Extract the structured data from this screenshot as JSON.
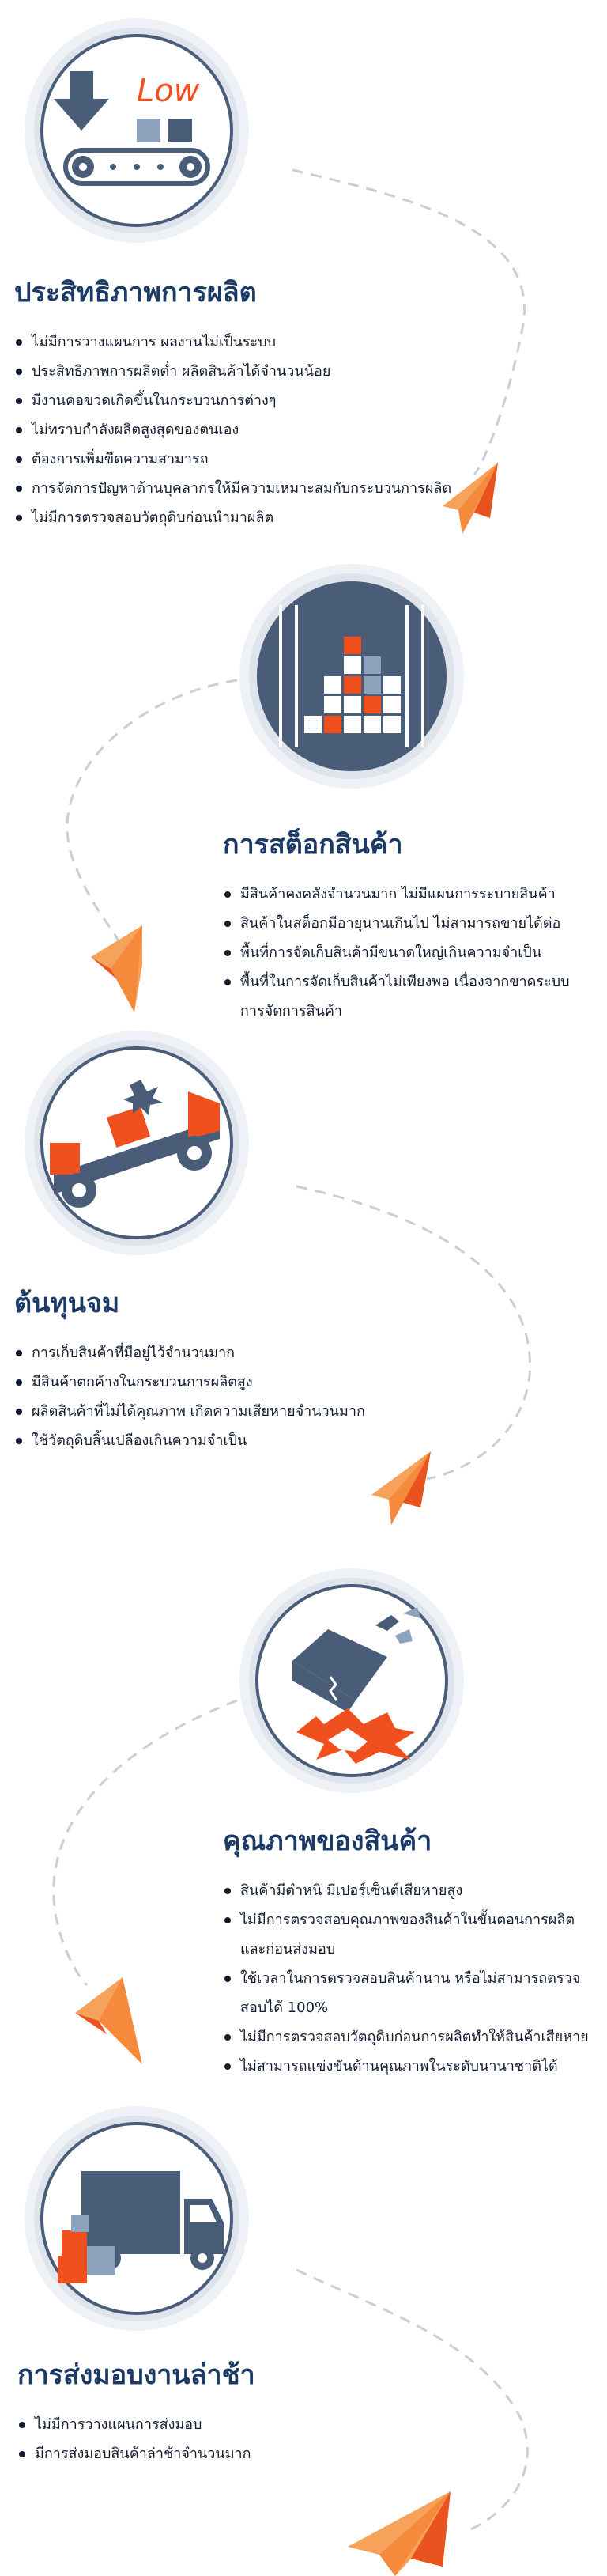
{
  "colors": {
    "navy": "#1c3a66",
    "slate": "#4a5d78",
    "orange": "#f0501e",
    "light_orange": "#f7a25a",
    "grey_blue": "#8da2bd",
    "ring": "#e4e8ef"
  },
  "sections": [
    {
      "title": "ประสิทธิภาพการผลิต",
      "icon_text": "Low",
      "items": [
        "ไม่มีการวางแผนการ ผลงานไม่เป็นระบบ",
        "ประสิทธิภาพการผลิตต่ำ ผลิตสินค้าได้จำนวนน้อย",
        "มีงานคอขวดเกิดขึ้นในกระบวนการต่างๆ",
        "ไม่ทราบกำลังผลิตสูงสุดของตนเอง",
        "ต้องการเพิ่มขีดความสามารถ",
        "การจัดการปัญหาด้านบุคลากรให้มีความเหมาะสมกับกระบวนการผลิต",
        "ไม่มีการตรวจสอบวัตถุดิบก่อนนำมาผลิต"
      ]
    },
    {
      "title": "การสต็อกสินค้า",
      "items": [
        "มีสินค้าคงคลังจำนวนมาก ไม่มีแผนการระบายสินค้า",
        "สินค้าในสต็อกมีอายุนานเกินไป ไม่สามารถขายได้ต่อ",
        "พื้นที่การจัดเก็บสินค้ามีขนาดใหญ่เกินความจำเป็น",
        "พื้นที่ในการจัดเก็บสินค้าไม่เพียงพอ เนื่องจากขาดระบบการจัดการสินค้า"
      ]
    },
    {
      "title": "ต้นทุนจม",
      "items": [
        "การเก็บสินค้าที่มีอยู่ไว้จำนวนมาก",
        "มีสินค้าตกค้างในกระบวนการผลิตสูง",
        "ผลิตสินค้าที่ไม่ได้คุณภาพ เกิดความเสียหายจำนวนมาก",
        "ใช้วัตถุดิบสิ้นเปลืองเกินความจำเป็น"
      ]
    },
    {
      "title": "คุณภาพของสินค้า",
      "items": [
        "สินค้ามีตำหนิ มีเปอร์เซ็นต์เสียหายสูง",
        "ไม่มีการตรวจสอบคุณภาพของสินค้าในขั้นตอนการผลิตและก่อนส่งมอบ",
        "ใช้เวลาในการตรวจสอบสินค้านาน หรือไม่สามารถตรวจสอบได้ 100%",
        "ไม่มีการตรวจสอบวัตถุดิบก่อนการผลิตทำให้สินค้าเสียหาย",
        "ไม่สามารถแข่งขันด้านคุณภาพในระดับนานาชาติได้"
      ]
    },
    {
      "title": "การส่งมอบงานล่าช้า",
      "items": [
        "ไม่มีการวางแผนการส่งมอบ",
        "มีการส่งมอบสินค้าล่าช้าจำนวนมาก"
      ]
    }
  ]
}
